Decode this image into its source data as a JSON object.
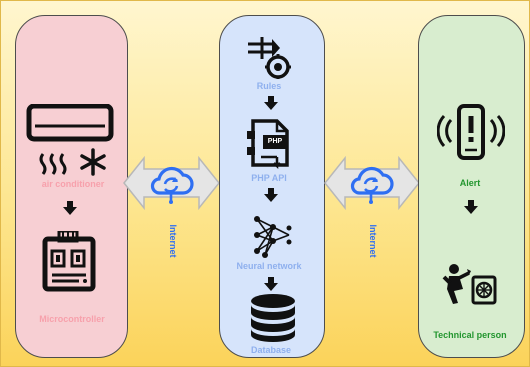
{
  "left_panel": {
    "device_label": "air conditioner",
    "controller_label": "Microcontroller"
  },
  "center_panel": {
    "rules_label": "Rules",
    "api_label": "PHP API",
    "php_badge": "PHP",
    "nn_label": "Neural network",
    "db_label": "Database"
  },
  "right_panel": {
    "alert_label": "Alert",
    "person_label": "Technical person"
  },
  "links": {
    "left_link_label": "Internet",
    "right_link_label": "Internet"
  },
  "colors": {
    "left_panel_bg": "#f7cfd3",
    "center_panel_bg": "#d6e4fb",
    "right_panel_bg": "#d8edcf",
    "background_gradient_top": "#fff6cf",
    "background_gradient_bottom": "#fbd35a",
    "link_blue": "#2f6ff2"
  }
}
